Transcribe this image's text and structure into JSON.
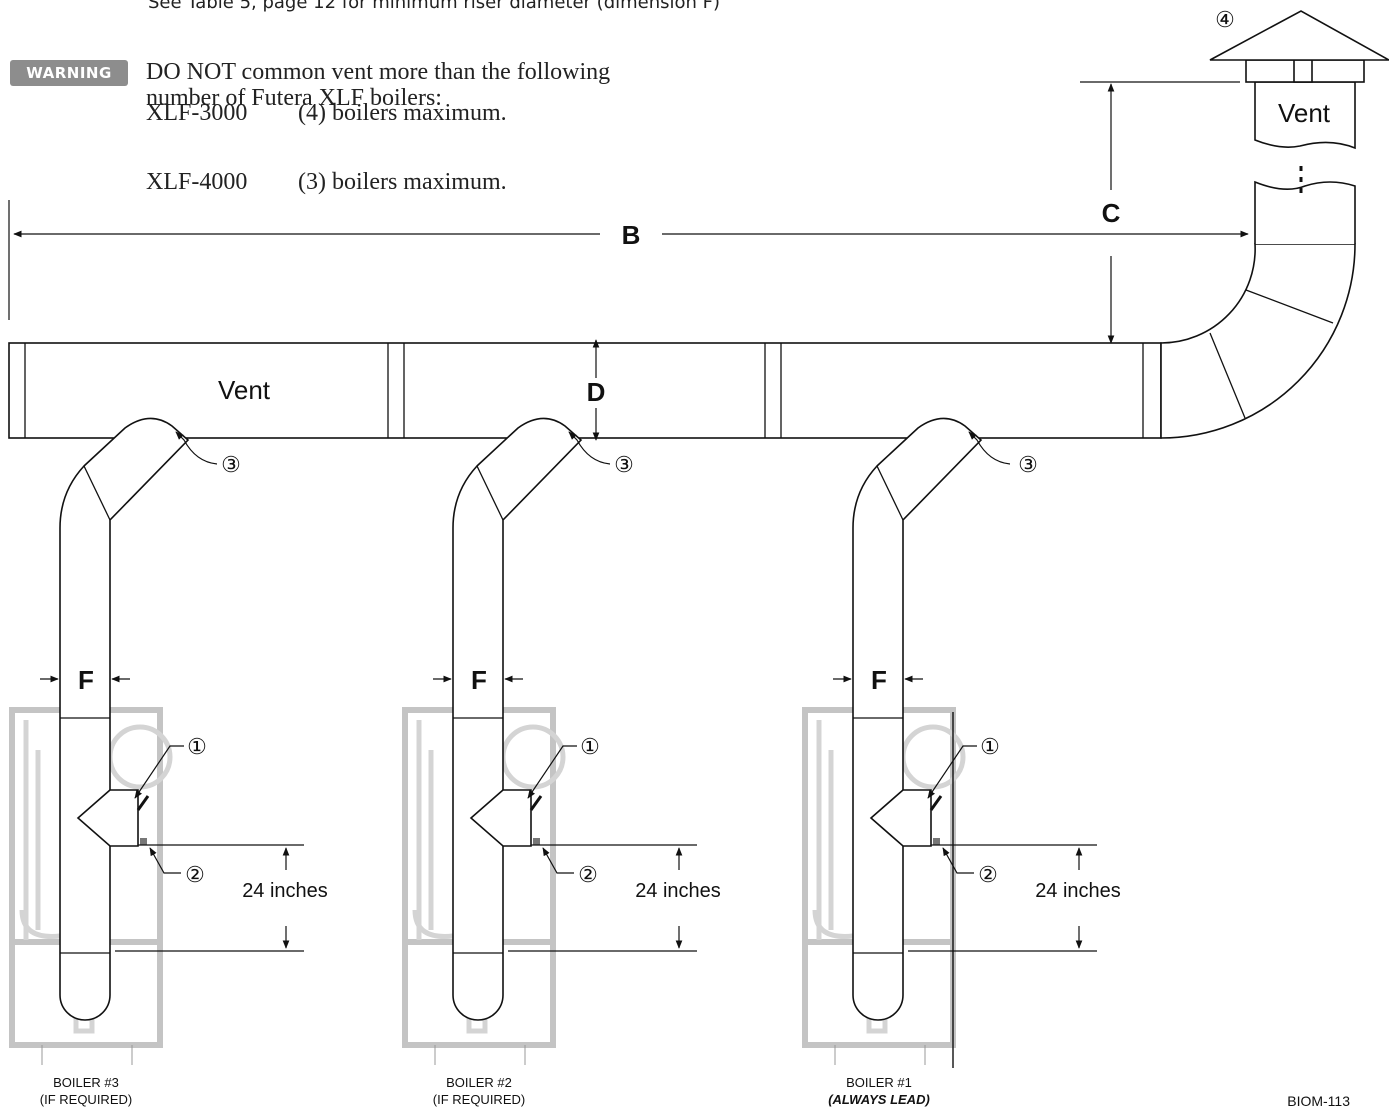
{
  "note": "See Table 5, page 12 for minimum riser diameter (dimension F)",
  "warning": {
    "badge": "WARNING",
    "line1": "DO NOT common vent more than the following",
    "line2": "number of Futera XLF boilers:",
    "rows": [
      {
        "model": "XLF-3000",
        "limit": "(4) boilers maximum."
      },
      {
        "model": "XLF-4000",
        "limit": "(3) boilers maximum."
      }
    ]
  },
  "dimensions": {
    "b": "B",
    "c": "C",
    "d": "D",
    "f": "F",
    "height": "24 inches"
  },
  "vent_labels": {
    "main": "Vent",
    "cap": "Vent"
  },
  "callouts": {
    "one": "①",
    "two": "②",
    "three": "③",
    "four": "④"
  },
  "boilers": [
    {
      "name": "BOILER #3",
      "note": "(IF REQUIRED)"
    },
    {
      "name": "BOILER #2",
      "note": "(IF REQUIRED)"
    },
    {
      "name": "BOILER #1",
      "note": "(ALWAYS LEAD)"
    }
  ],
  "figure_code": "BIOM-113"
}
